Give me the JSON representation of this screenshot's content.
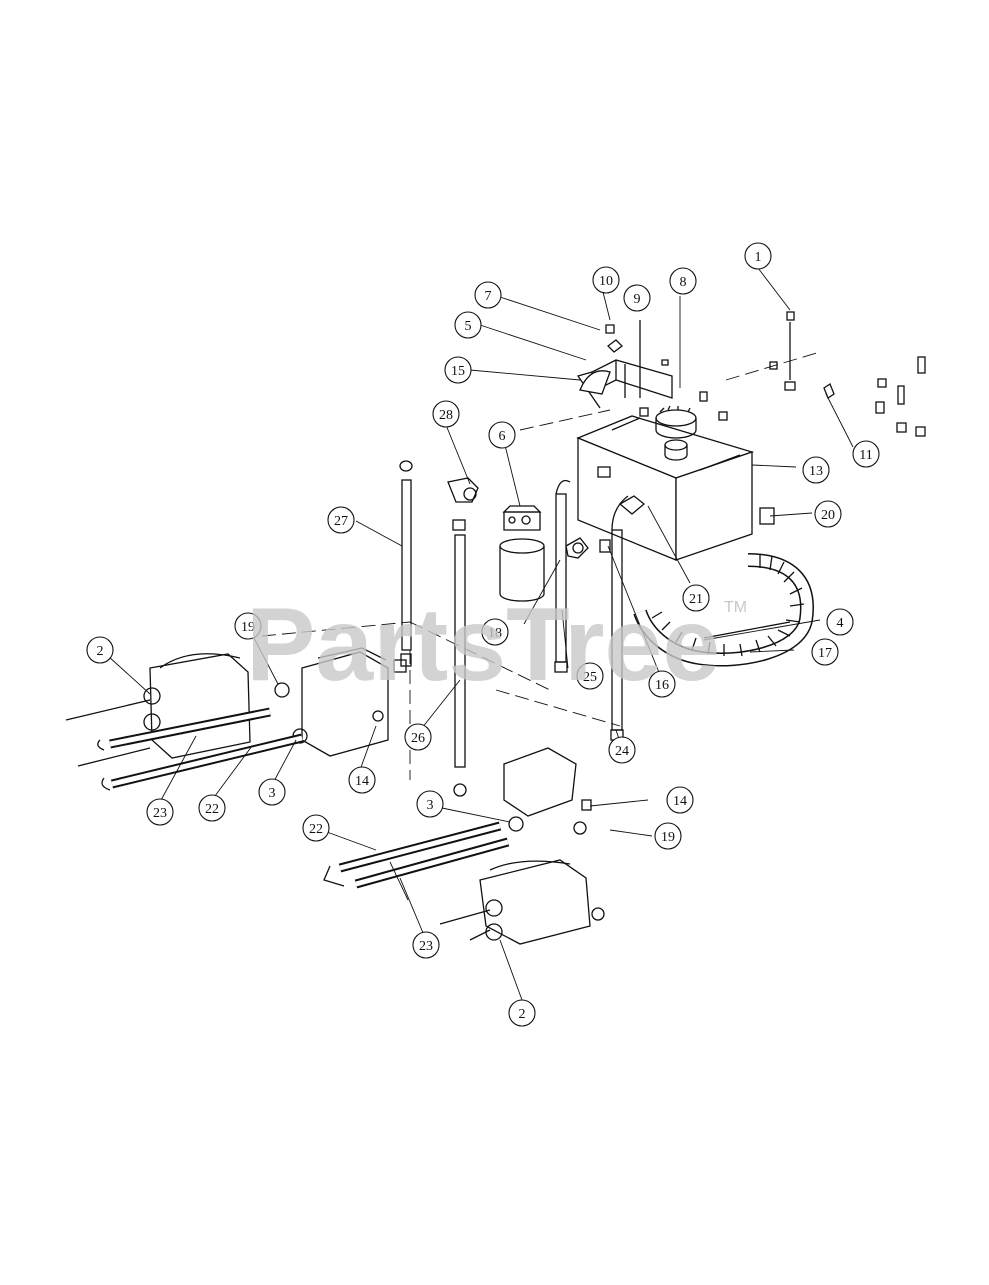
{
  "diagram": {
    "callouts": [
      "1",
      "2",
      "2",
      "3",
      "3",
      "4",
      "5",
      "6",
      "7",
      "8",
      "9",
      "10",
      "11",
      "13",
      "14",
      "14",
      "15",
      "16",
      "17",
      "18",
      "19",
      "19",
      "20",
      "21",
      "22",
      "22",
      "23",
      "23",
      "24",
      "25",
      "26",
      "27",
      "28"
    ],
    "watermark": "PartsTree",
    "watermark_tm": "TM"
  },
  "colors": {
    "ink": "#111111",
    "watermark": "#c8c8c8",
    "background": "#ffffff"
  },
  "icons": [
    "hydraulic-tank",
    "filter-canister",
    "hose-coil",
    "wheel-motor",
    "tube",
    "fitting",
    "elbow-fitting",
    "tank-cap"
  ]
}
